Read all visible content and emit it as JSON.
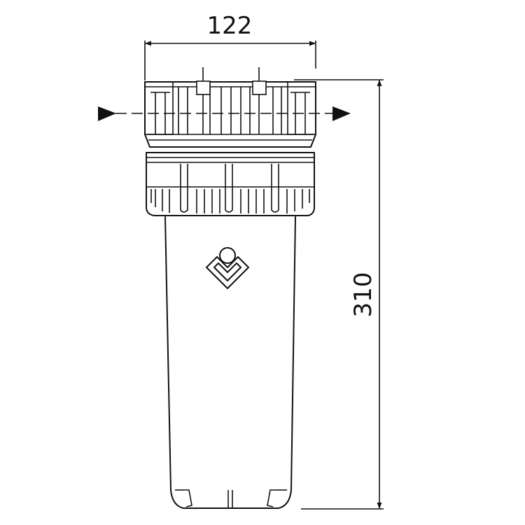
{
  "dimensions": {
    "width": "122",
    "height": "310"
  },
  "flow": {
    "inlet_arrow": "arrow-right-icon",
    "outlet_arrow": "arrow-right-icon"
  },
  "logo": "brand-diamond-logo",
  "colors": {
    "line": "#111111",
    "background": "#ffffff"
  }
}
